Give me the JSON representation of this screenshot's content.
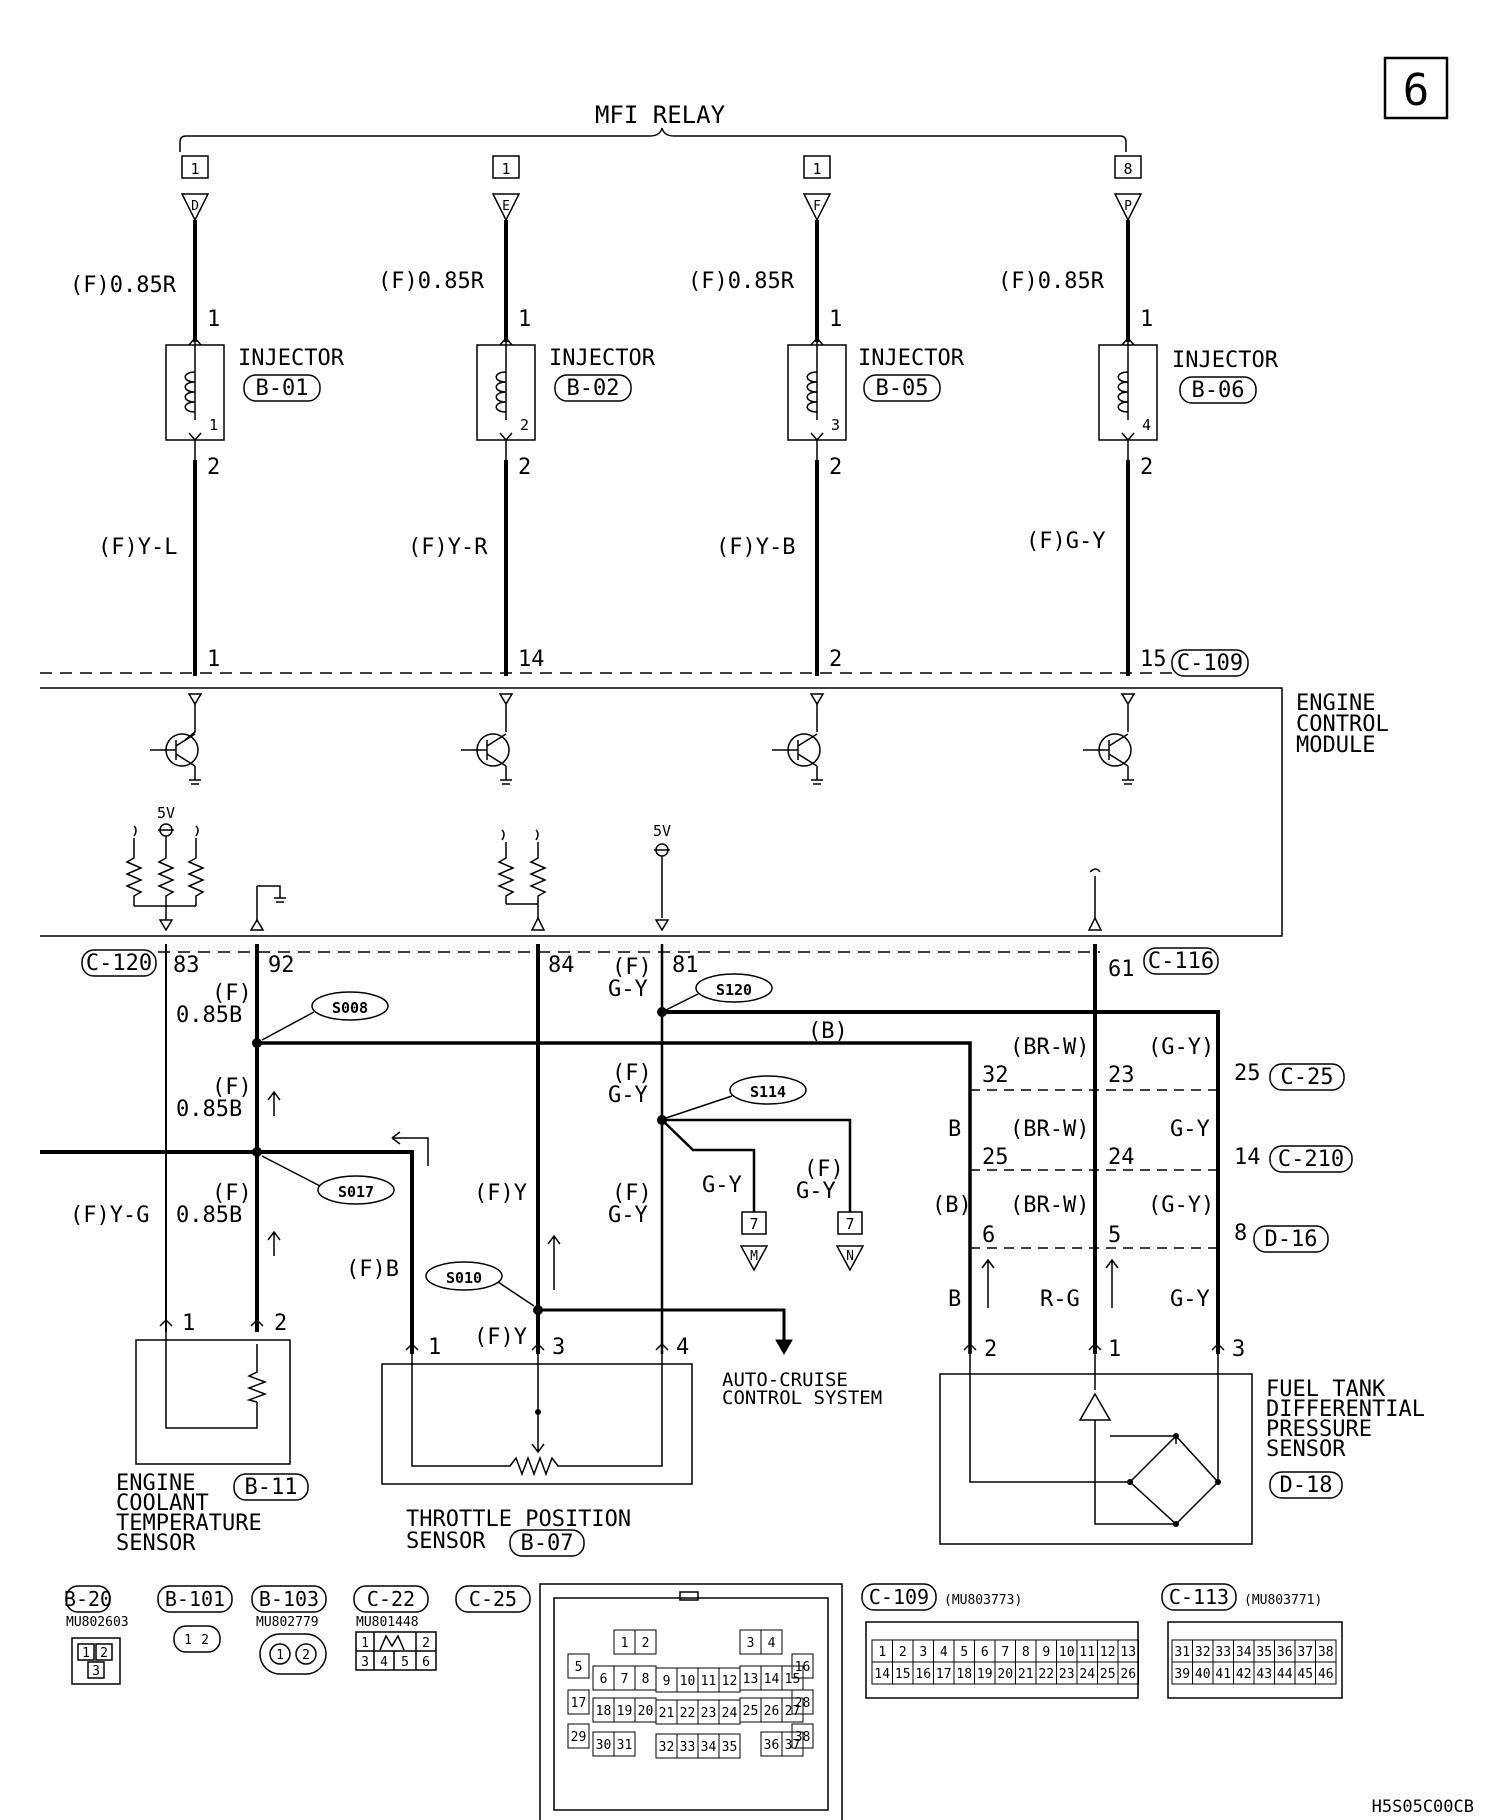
{
  "page_number": "6",
  "relay_label": "MFI RELAY",
  "footer_code": "H5S05C00CB",
  "injectors": [
    {
      "relay_pin": "1",
      "connector_letter": "D",
      "wire_top": "(F)0.85R",
      "pin_top": "1",
      "label": "INJECTOR",
      "code": "B-01",
      "num": "1",
      "pin_bottom": "2",
      "wire_bottom": "(F)Y-L",
      "ecm_pin": "1"
    },
    {
      "relay_pin": "1",
      "connector_letter": "E",
      "wire_top": "(F)0.85R",
      "pin_top": "1",
      "label": "INJECTOR",
      "code": "B-02",
      "num": "2",
      "pin_bottom": "2",
      "wire_bottom": "(F)Y-R",
      "ecm_pin": "14"
    },
    {
      "relay_pin": "1",
      "connector_letter": "F",
      "wire_top": "(F)0.85R",
      "pin_top": "1",
      "label": "INJECTOR",
      "code": "B-05",
      "num": "3",
      "pin_bottom": "2",
      "wire_bottom": "(F)Y-B",
      "ecm_pin": "2"
    },
    {
      "relay_pin": "8",
      "connector_letter": "P",
      "wire_top": "(F)0.85R",
      "pin_top": "1",
      "label": "INJECTOR",
      "code": "B-06",
      "num": "4",
      "pin_bottom": "2",
      "wire_bottom": "(F)G-Y",
      "ecm_pin": "15"
    }
  ],
  "ecm": {
    "label_lines": [
      "ENGINE",
      "CONTROL",
      "MODULE"
    ],
    "upper_connector": "C-109",
    "lower_left_connector": "C-120",
    "lower_right_connector": "C-116",
    "supply_5v": "5V",
    "pins_lower": {
      "p83": "83",
      "p92": "92",
      "p84": "84",
      "p81": "81",
      "p61": "61"
    }
  },
  "splices": {
    "s008": "S008",
    "s120": "S120",
    "s114": "S114",
    "s017": "S017",
    "s010": "S010"
  },
  "wires": {
    "f": "(F)",
    "b085": "0.85B",
    "gy": "G-Y",
    "fyg": "(F)Y-G",
    "fy": "(F)Y",
    "fb": "(F)B",
    "b_paren": "(B)",
    "b": "B",
    "brw": "(BR-W)",
    "gy_paren": "(G-Y)",
    "rg": "R-G"
  },
  "connector_rows": [
    {
      "code": "C-25",
      "pins": [
        "32",
        "23",
        "25"
      ]
    },
    {
      "code": "C-210",
      "pins": [
        "25",
        "24",
        "14"
      ]
    },
    {
      "code": "D-16",
      "pins": [
        "6",
        "5",
        "8"
      ]
    }
  ],
  "offpage": [
    {
      "page": "7",
      "letter": "M"
    },
    {
      "page": "7",
      "letter": "N"
    }
  ],
  "ects": {
    "pin1": "1",
    "pin2": "2",
    "label_lines": [
      "ENGINE",
      "COOLANT",
      "TEMPERATURE",
      "SENSOR"
    ],
    "code": "B-11"
  },
  "tps": {
    "pin1": "1",
    "pin3": "3",
    "pin4": "4",
    "label_lines": [
      "THROTTLE POSITION",
      "SENSOR"
    ],
    "code": "B-07"
  },
  "fuel_sensor": {
    "pin2": "2",
    "pin1": "1",
    "pin3": "3",
    "label_lines": [
      "FUEL TANK",
      "DIFFERENTIAL",
      "PRESSURE",
      "SENSOR"
    ],
    "code": "D-18"
  },
  "auto_cruise": [
    "AUTO-CRUISE",
    "CONTROL SYSTEM"
  ],
  "connector_views": {
    "b20": {
      "code": "B-20",
      "part": "MU802603",
      "pins": [
        "1",
        "2",
        "3"
      ]
    },
    "b101": {
      "code": "B-101",
      "pins": [
        "1",
        "2"
      ]
    },
    "b103": {
      "code": "B-103",
      "part": "MU802779",
      "pins": [
        "1",
        "2"
      ]
    },
    "c22": {
      "code": "C-22",
      "part": "MU801448",
      "pins": [
        "1",
        "2",
        "3",
        "4",
        "5",
        "6"
      ]
    },
    "c25": {
      "code": "C-25",
      "pins": [
        "1",
        "2",
        "3",
        "4",
        "5",
        "6",
        "7",
        "8",
        "9",
        "10",
        "11",
        "12",
        "13",
        "14",
        "15",
        "16",
        "17",
        "18",
        "19",
        "20",
        "21",
        "22",
        "23",
        "24",
        "25",
        "26",
        "27",
        "28",
        "29",
        "30",
        "31",
        "32",
        "33",
        "34",
        "35",
        "36",
        "37",
        "38"
      ]
    },
    "c109": {
      "code": "C-109",
      "part": "(MU803773)",
      "row1": [
        "1",
        "2",
        "3",
        "4",
        "5",
        "6",
        "7",
        "8",
        "9",
        "10",
        "11",
        "12",
        "13"
      ],
      "row2": [
        "14",
        "15",
        "16",
        "17",
        "18",
        "19",
        "20",
        "21",
        "22",
        "23",
        "24",
        "25",
        "26"
      ]
    },
    "c113": {
      "code": "C-113",
      "part": "(MU803771)",
      "row1": [
        "31",
        "32",
        "33",
        "34",
        "35",
        "36",
        "37",
        "38"
      ],
      "row2": [
        "39",
        "40",
        "41",
        "42",
        "43",
        "44",
        "45",
        "46"
      ]
    }
  }
}
